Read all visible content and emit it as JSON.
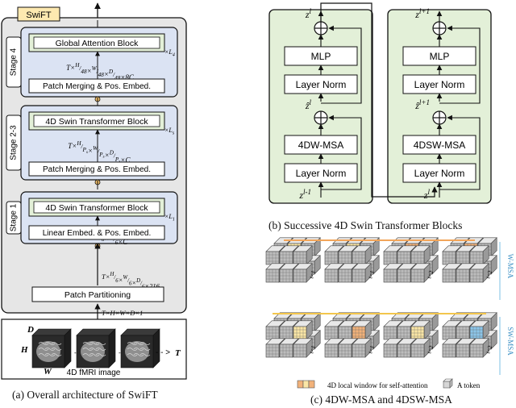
{
  "swift": {
    "badge": "SwiFT",
    "stages": [
      {
        "label": "Stage 4",
        "block": "Global Attention Block",
        "repeat": "×L",
        "repeat_sub": "4",
        "dims": "T×H/48×W/48×D/48×8C",
        "bottom": "Patch Merging & Pos. Embed."
      },
      {
        "label": "Stage 2-3",
        "block": "4D Swin Transformer Block",
        "repeat": "×L",
        "repeat_sub": "s",
        "dims": "T×H/P_s×W/P_s×D/P_s×C_s",
        "bottom": "Patch Merging & Pos. Embed."
      },
      {
        "label": "Stage 1",
        "block": "4D Swin Transformer Block",
        "repeat": "×L",
        "repeat_sub": "1",
        "dims": "T×H/6×W/6×D/6×C",
        "bottom": "Linear Embed. & Pos. Embed."
      }
    ],
    "dims_partition": "T×H/6×W/6×D/6×216",
    "patch_partitioning": "Patch Partitioning",
    "dims_input": "T×H×W×D×1",
    "input": {
      "axis_d": "D",
      "axis_h": "H",
      "axis_w": "W",
      "axis_t": "T",
      "arrow": "- - >",
      "label": "4D fMRI image"
    },
    "caption": "(a) Overall architecture of SwiFT"
  },
  "blocks": {
    "left": {
      "out": "z^l",
      "mlp": "MLP",
      "norm2": "Layer Norm",
      "mid": "ẑ^l",
      "attn": "4DW-MSA",
      "norm1": "Layer Norm",
      "in": "z^{l-1}"
    },
    "right": {
      "out": "z^{l+1}",
      "mlp": "MLP",
      "norm2": "Layer Norm",
      "mid": "ẑ^{l+1}",
      "attn": "4DSW-MSA",
      "norm1": "Layer Norm",
      "in": "z^l"
    },
    "caption": "(b) Successive 4D Swin Transformer Blocks"
  },
  "msa": {
    "rows": [
      {
        "label": "W-MSA",
        "times": [
          "t=1",
          "t=1",
          "t=2",
          "t=2"
        ]
      },
      {
        "label": "SW-MSA",
        "times": [
          "t=1",
          "t=1",
          "t=2",
          "t=2"
        ]
      }
    ],
    "legend": {
      "window": "4D local window for self-attention",
      "token": "A token"
    },
    "caption": "(c) 4DW-MSA and 4DSW-MSA"
  },
  "colors": {
    "stage_fill": "#dbe3f3",
    "block_fill": "#e3f0d8",
    "outer_fill": "#e6e6e6",
    "badge_fill": "#fde9b0",
    "window_orange": "#f2b27a",
    "window_yellow": "#fbe6a6",
    "window_blue": "#8cc6ea",
    "cube_face": "#bdbdbd"
  }
}
